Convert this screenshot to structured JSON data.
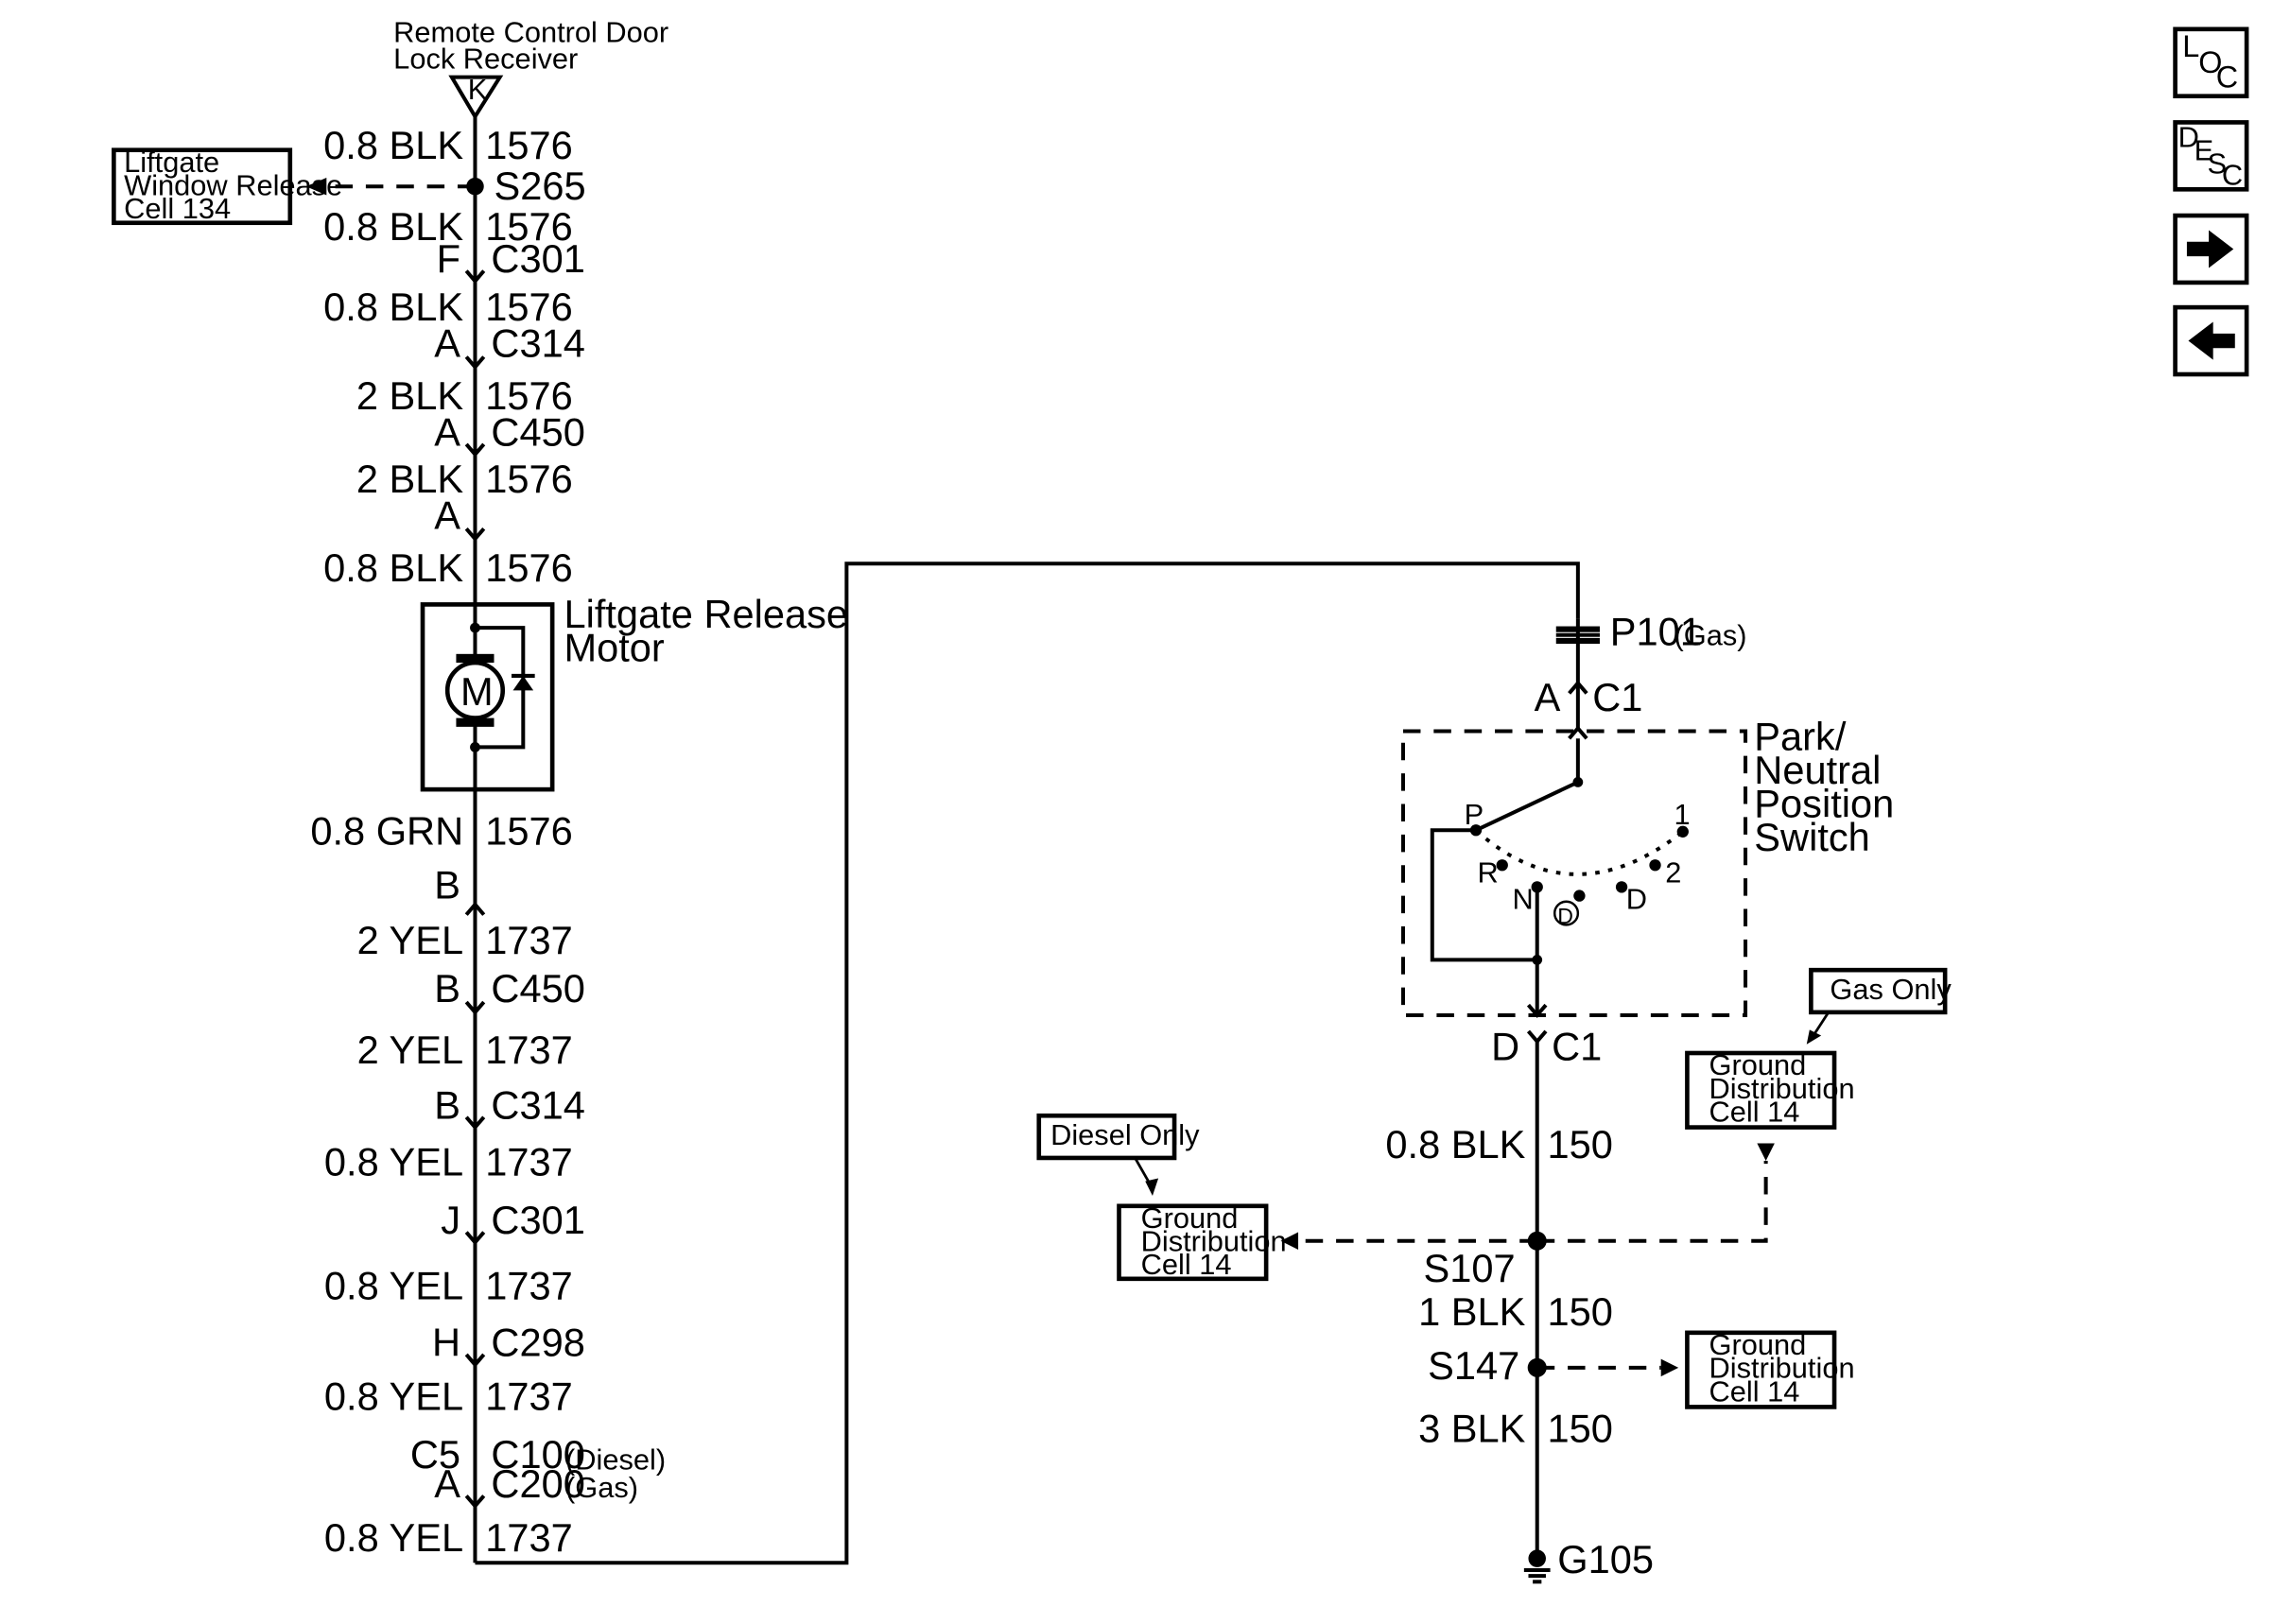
{
  "top_component": {
    "line1": "Remote Control Door",
    "line2": "Lock Receiver",
    "pin": "K"
  },
  "left_ref_box": {
    "line1": "Liftgate",
    "line2": "Window Release",
    "line3": "Cell 134"
  },
  "splice_s265": "S265",
  "left_wire": {
    "colors": [
      "0.8 BLK",
      "0.8 BLK",
      "0.8 BLK",
      "2 BLK",
      "2 BLK",
      "0.8 BLK",
      "0.8 GRN",
      "2 YEL",
      "2 YEL",
      "0.8 YEL",
      "0.8 YEL",
      "0.8 YEL",
      "0.8 YEL"
    ],
    "circuits": [
      "1576",
      "1576",
      "1576",
      "1576",
      "1576",
      "1576",
      "1576",
      "1737",
      "1737",
      "1737",
      "1737",
      "1737",
      "1737"
    ],
    "pins": [
      "F",
      "A",
      "A",
      "A",
      "B",
      "B",
      "B",
      "J",
      "H",
      "C5",
      "A"
    ],
    "connectors": [
      "C301",
      "C314",
      "C450",
      "C450",
      "C314",
      "C301",
      "C298",
      "C100",
      "C200"
    ],
    "connector_notes": [
      "(Diesel)",
      "(Gas)"
    ]
  },
  "motor": {
    "line1": "Liftgate Release",
    "line2": "Motor",
    "symbol": "M"
  },
  "p101": {
    "label": "P101",
    "note": "(Gas)"
  },
  "switch": {
    "connector_top_pin": "A",
    "connector_top": "C1",
    "line1": "Park/",
    "line2": "Neutral",
    "line3": "Position",
    "line4": "Switch",
    "positions": [
      "P",
      "R",
      "N",
      "D",
      "D",
      "2",
      "1"
    ],
    "connector_bottom_pin": "D",
    "connector_bottom": "C1"
  },
  "gas_only": "Gas Only",
  "diesel_only": "Diesel Only",
  "ground_box": {
    "line1": "Ground",
    "line2": "Distribution",
    "line3": "Cell 14"
  },
  "right_wire": {
    "colors": [
      "0.8 BLK",
      "1 BLK",
      "3 BLK"
    ],
    "circuits": [
      "150",
      "150",
      "150"
    ],
    "splices": [
      "S107",
      "S147"
    ],
    "ground": "G105"
  },
  "nav_buttons": {
    "loc": [
      "L",
      "O",
      "C"
    ],
    "desc": [
      "D",
      "E",
      "S",
      "C"
    ]
  },
  "icons": [
    "arrow-right-icon",
    "arrow-left-icon"
  ]
}
